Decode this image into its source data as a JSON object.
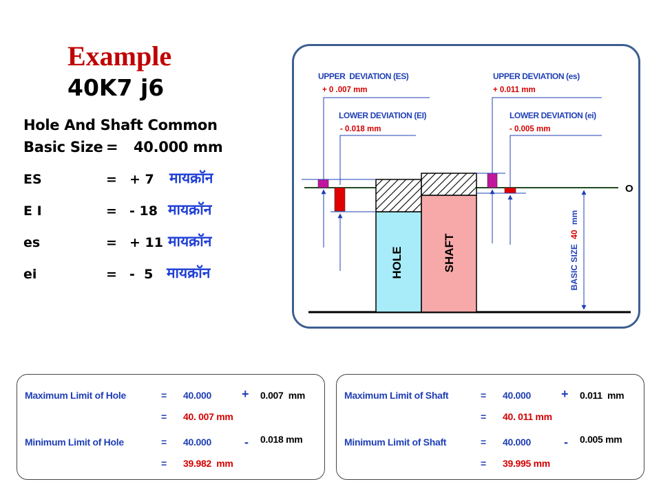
{
  "title": "Example",
  "designation": "40K7 j6",
  "summary": {
    "heading": "Hole And Shaft Common",
    "basic_size_label": "Basic Size",
    "basic_size_eq": "=",
    "basic_size_value": "40.000 mm",
    "rows": [
      {
        "label": "ES",
        "eq": "=",
        "value": "+ 7",
        "unit": "मायक्रॉन"
      },
      {
        "label": "E I",
        "eq": "=",
        "value": "- 18",
        "unit": "मायक्रॉन"
      },
      {
        "label": "es",
        "eq": "=",
        "value": "+ 11",
        "unit": "मायक्रॉन"
      },
      {
        "label": "ei",
        "eq": "=",
        "value": "-  5",
        "unit": "मायक्रॉन"
      }
    ]
  },
  "diagram": {
    "upper_dev_hole_label": "UPPER  DEVIATION (ES)",
    "upper_dev_hole_value": "+ 0 .007 mm",
    "lower_dev_hole_label": "LOWER DEVIATION (EI)",
    "lower_dev_hole_value": "- 0.018 mm",
    "upper_dev_shaft_label": "UPPER DEVIATION (es)",
    "upper_dev_shaft_value": "+ 0.011 mm",
    "lower_dev_shaft_label": "LOWER DEVIATION (ei)",
    "lower_dev_shaft_value": "- 0.005 mm",
    "zero_line_label": "O",
    "hole_label": "HOLE",
    "shaft_label": "SHAFT",
    "basic_size_text": "BASIC SIZE",
    "basic_size_number": "40",
    "basic_size_unit": "mm",
    "colors": {
      "hole_fill": "#a8ecfa",
      "shaft_fill": "#f7a9a9",
      "es_marker": "#c0179c",
      "ei_marker": "#e00000",
      "label_blue": "#1f3fb5",
      "label_red": "#d40000"
    }
  },
  "hole_calc": {
    "max_label": "Maximum Limit of Hole",
    "eq1": "=",
    "base1": "40.000",
    "op1": "+",
    "dev1": "0.007  mm",
    "eq2": "=",
    "result1": "40. 007 mm",
    "min_label": "Minimum Limit of Hole",
    "eq3": "=",
    "base2": "40.000",
    "op2": "-",
    "dev2": "0.018 mm",
    "eq4": "=",
    "result2": "39.982  mm"
  },
  "shaft_calc": {
    "max_label": "Maximum Limit of Shaft",
    "eq1": "=",
    "base1": "40.000",
    "op1": "+",
    "dev1": "0.011  mm",
    "eq2": "=",
    "result1": "40. 011 mm",
    "min_label": "Minimum Limit of Shaft",
    "eq3": "=",
    "base2": "40.000",
    "op2": "-",
    "dev2": "0.005 mm",
    "eq4": "=",
    "result2": "39.995 mm"
  }
}
